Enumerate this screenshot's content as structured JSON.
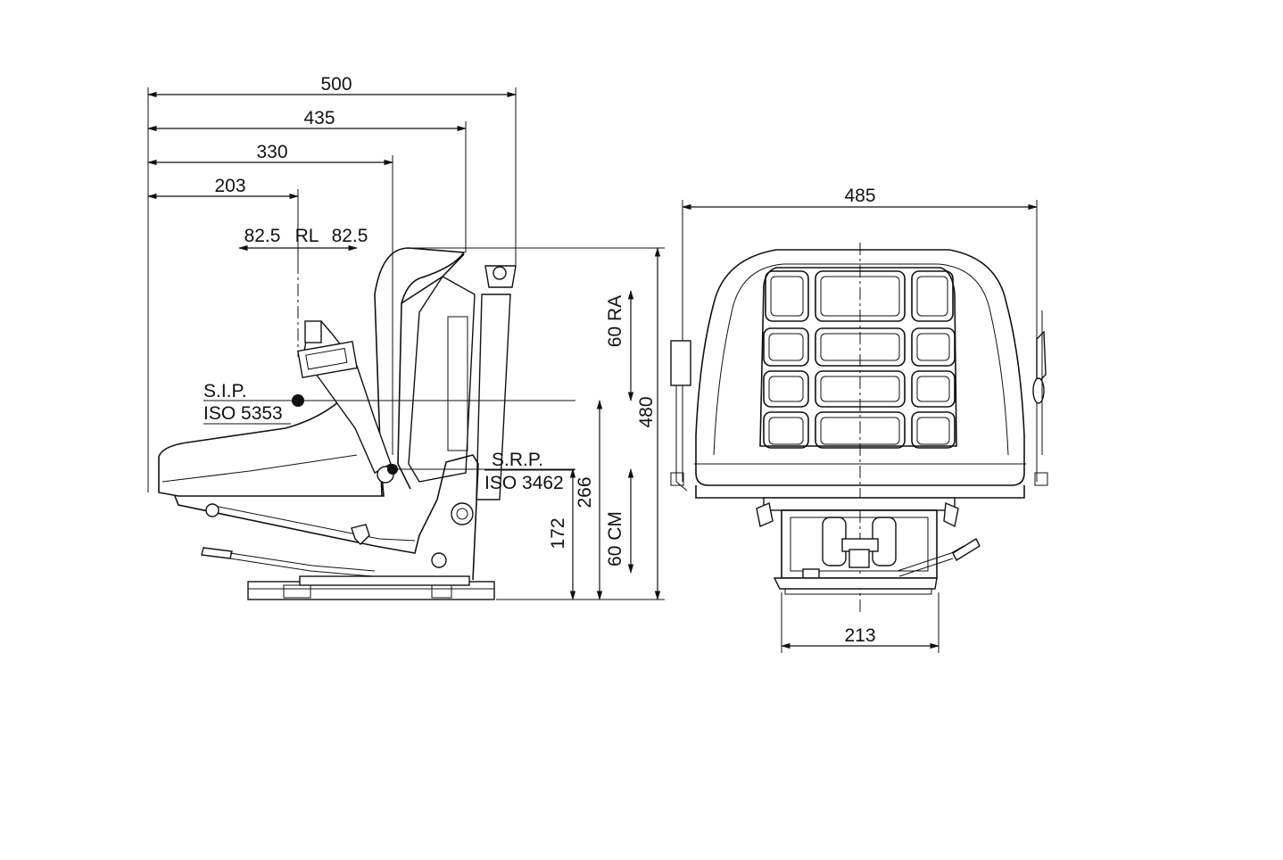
{
  "side_view": {
    "dimensions": {
      "d500": "500",
      "d435": "435",
      "d330": "330",
      "d203": "203",
      "rl_left": "82.5",
      "rl": "RL",
      "rl_right": "82.5",
      "d480": "480",
      "d266": "266",
      "d172": "172",
      "ra": "60 RA",
      "cm": "60 CM"
    },
    "sip_label": "S.I.P.",
    "sip_standard": "ISO 5353",
    "srp_label": "S.R.P.",
    "srp_standard": "ISO 3462"
  },
  "front_view": {
    "dimensions": {
      "width": "485",
      "base": "213"
    }
  }
}
